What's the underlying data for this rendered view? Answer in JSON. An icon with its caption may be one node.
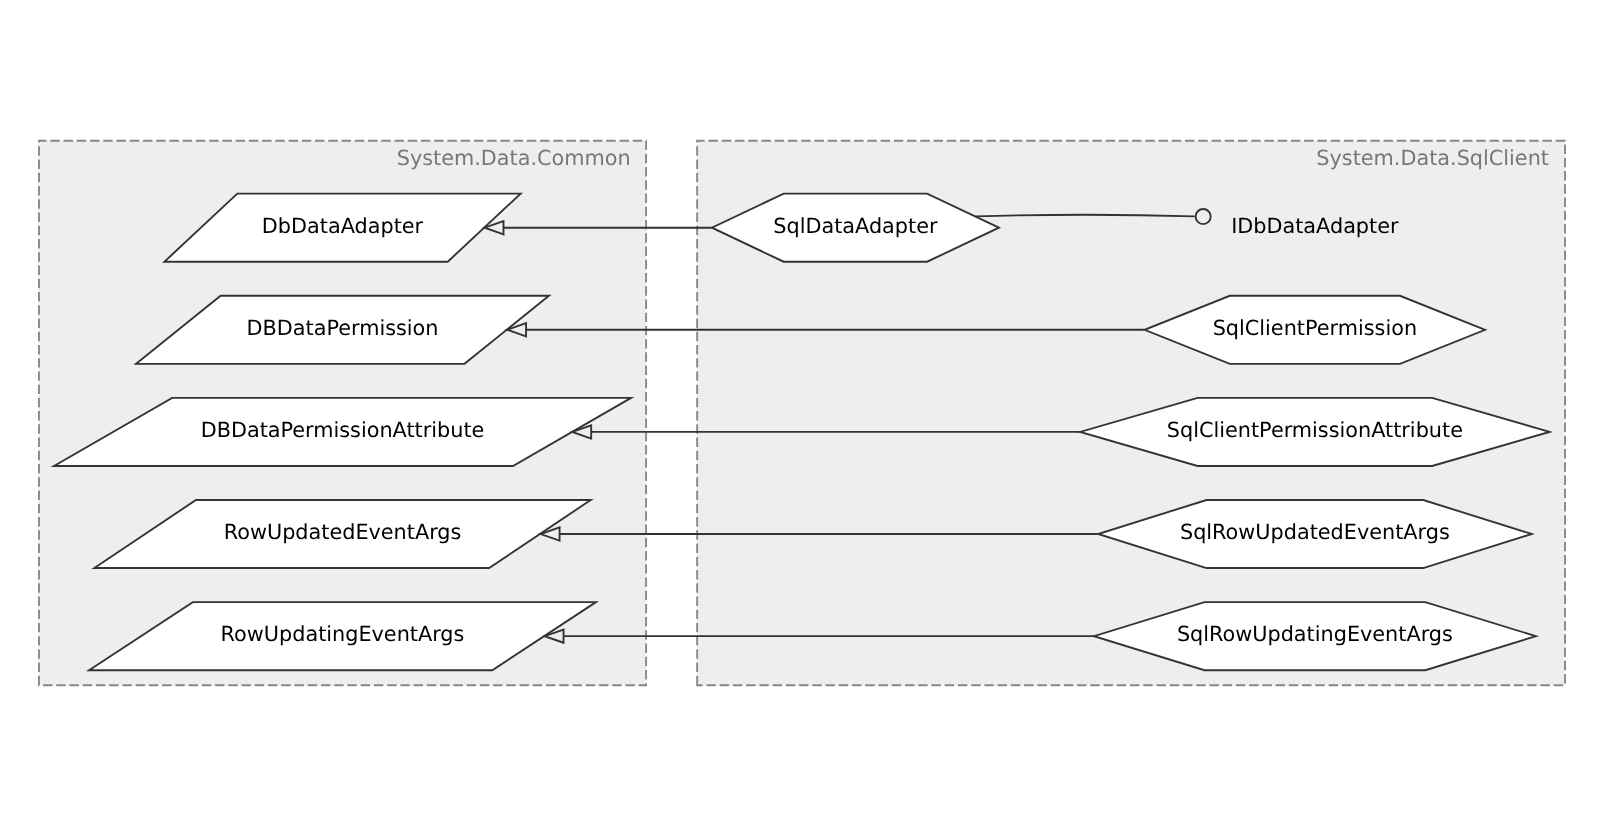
{
  "diagram": {
    "nodes": [
      {
        "text": [
          "System.Data.Common"
        ]
      },
      {
        "text": [
          "DbDataAdapter"
        ],
        "in": 0
      },
      {
        "text": [
          "DBDataPermission"
        ],
        "in": 0
      },
      {
        "text": [
          "DBDataPermissionAttribute"
        ],
        "in": 0
      },
      {
        "text": [
          "RowUpdatedEventArgs"
        ],
        "in": 0
      },
      {
        "text": [
          "RowUpdatingEventArgs"
        ],
        "in": 0
      },
      {
        "text": [
          "System.Data.SqlClient"
        ]
      },
      {
        "text": [
          "SqlDataAdapter"
        ],
        "in": 6
      },
      {
        "text": [
          "SqlClientPermission"
        ],
        "in": 6
      },
      {
        "text": [
          "SqlClientPermissionAttribute"
        ],
        "in": 6
      },
      {
        "text": [
          "SqlRowUpdatedEventArgs"
        ],
        "in": 6
      },
      {
        "text": [
          "SqlRowUpdatingEventArgs"
        ],
        "in": 6
      },
      {
        "text": [
          "IDbDataAdapter"
        ],
        "in": 6
      }
    ],
    "edges": [
      {
        "from": 7,
        "to": 1,
        "arrow": "to"
      },
      {
        "from": 7,
        "to": 12,
        "arrow": "other"
      },
      {
        "from": 8,
        "to": 2,
        "arrow": "to"
      },
      {
        "from": 9,
        "to": 3,
        "arrow": "to"
      },
      {
        "from": 10,
        "to": 4,
        "arrow": "to"
      },
      {
        "from": 11,
        "to": 5,
        "arrow": "to"
      }
    ]
  }
}
